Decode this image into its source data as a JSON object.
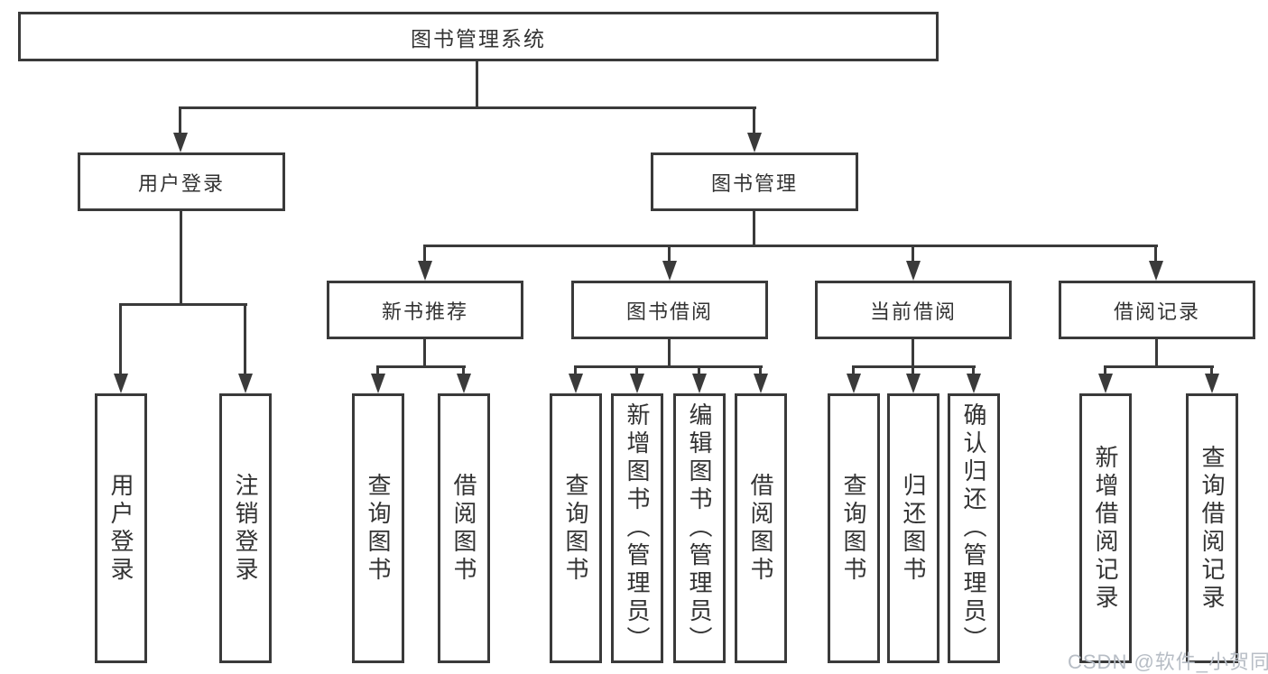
{
  "diagram": {
    "title": "图书管理系统",
    "branches": [
      {
        "label": "用户登录",
        "children": [
          {
            "label": "用户登录"
          },
          {
            "label": "注销登录"
          }
        ]
      },
      {
        "label": "图书管理",
        "children": [
          {
            "label": "新书推荐",
            "children": [
              {
                "label": "查询图书"
              },
              {
                "label": "借阅图书"
              }
            ]
          },
          {
            "label": "图书借阅",
            "children": [
              {
                "label": "查询图书"
              },
              {
                "label": "新增图书（管理员）"
              },
              {
                "label": "编辑图书（管理员）"
              },
              {
                "label": "借阅图书"
              }
            ]
          },
          {
            "label": "当前借阅",
            "children": [
              {
                "label": "查询图书"
              },
              {
                "label": "归还图书"
              },
              {
                "label": "确认归还（管理员）"
              }
            ]
          },
          {
            "label": "借阅记录",
            "children": [
              {
                "label": "新增借阅记录"
              },
              {
                "label": "查询借阅记录"
              }
            ]
          }
        ]
      }
    ]
  },
  "watermark": {
    "text": "CSDN @软件_小贺同学"
  },
  "colors": {
    "line": "#3a3a3a",
    "box_border": "#3a3a3a",
    "text": "#333333",
    "watermark": "#b7bdc5",
    "background": "#ffffff"
  }
}
